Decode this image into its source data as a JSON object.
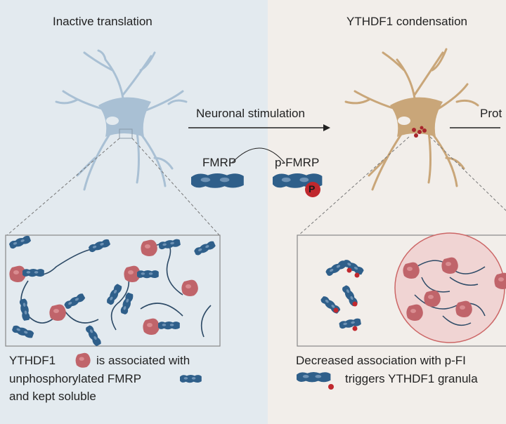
{
  "left_panel": {
    "title": "Inactive translation",
    "caption_line1_a": "YTHDF1",
    "caption_line1_b": "is associated with",
    "caption_line2": "unphosphorylated FMRP",
    "caption_line3": "and kept soluble"
  },
  "middle": {
    "arrow_label": "Neuronal stimulation",
    "fmrp_label": "FMRP",
    "pfmrp_label": "p-FMRP",
    "phospho_label": "P"
  },
  "right_panel": {
    "title": "YTHDF1 condensation",
    "next_arrow_label": "Prot",
    "caption_line1": "Decreased association with p-FI",
    "caption_line2": "triggers YTHDF1 granula"
  },
  "colors": {
    "left_bg": "#e3eaef",
    "right_bg": "#f2eeea",
    "fmrp": "#2f5f8a",
    "ythdf1": "#c0646a",
    "neuron_inactive": "#a9c0d4",
    "neuron_active": "#c9a679",
    "phospho": "#c0282e"
  }
}
